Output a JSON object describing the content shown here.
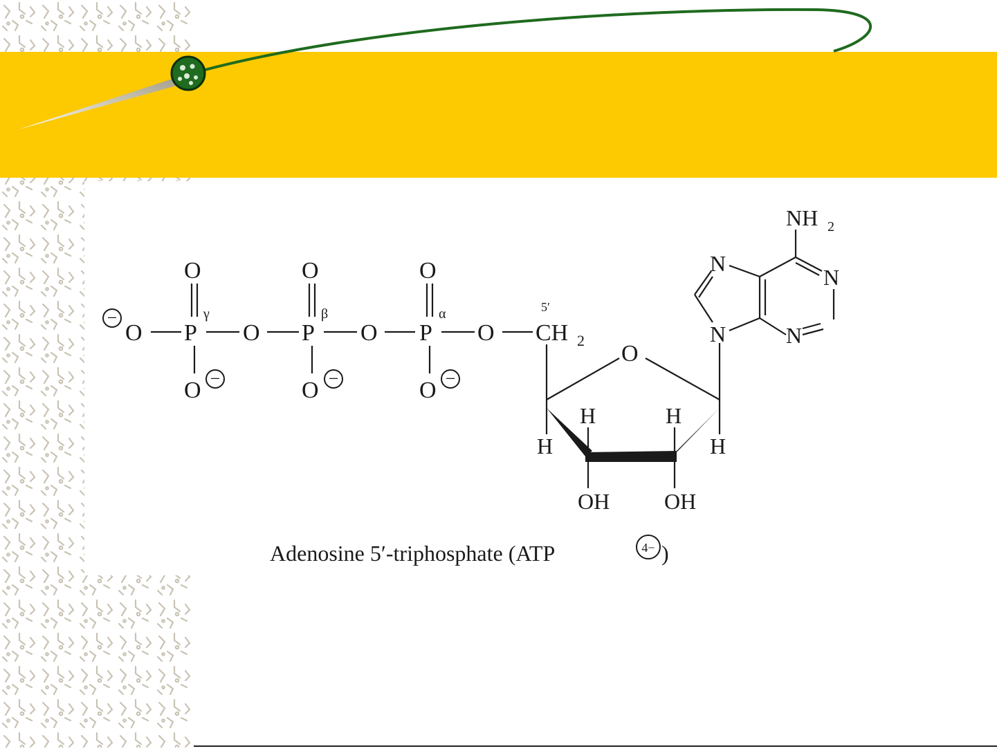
{
  "slide": {
    "accent_color": "#fdc900",
    "orbit_color": "#1f6b1f",
    "background_color": "#ffffff"
  },
  "molecule": {
    "atoms": {
      "o_terminal": "O",
      "p": "P",
      "o": "O",
      "ch2_c": "CH",
      "ch2_sub": "2",
      "ring_o": "O",
      "h": "H",
      "oh": "OH",
      "n": "N",
      "nh2": "NH",
      "nh2_sub": "2"
    },
    "charges": {
      "minus": "−"
    },
    "greek": {
      "gamma": "γ",
      "beta": "β",
      "alpha": "α"
    },
    "locant_5prime": "5′"
  },
  "caption": {
    "prefix": "Adenosine 5′-triphosphate (ATP",
    "charge": "4−",
    "suffix": ")"
  }
}
